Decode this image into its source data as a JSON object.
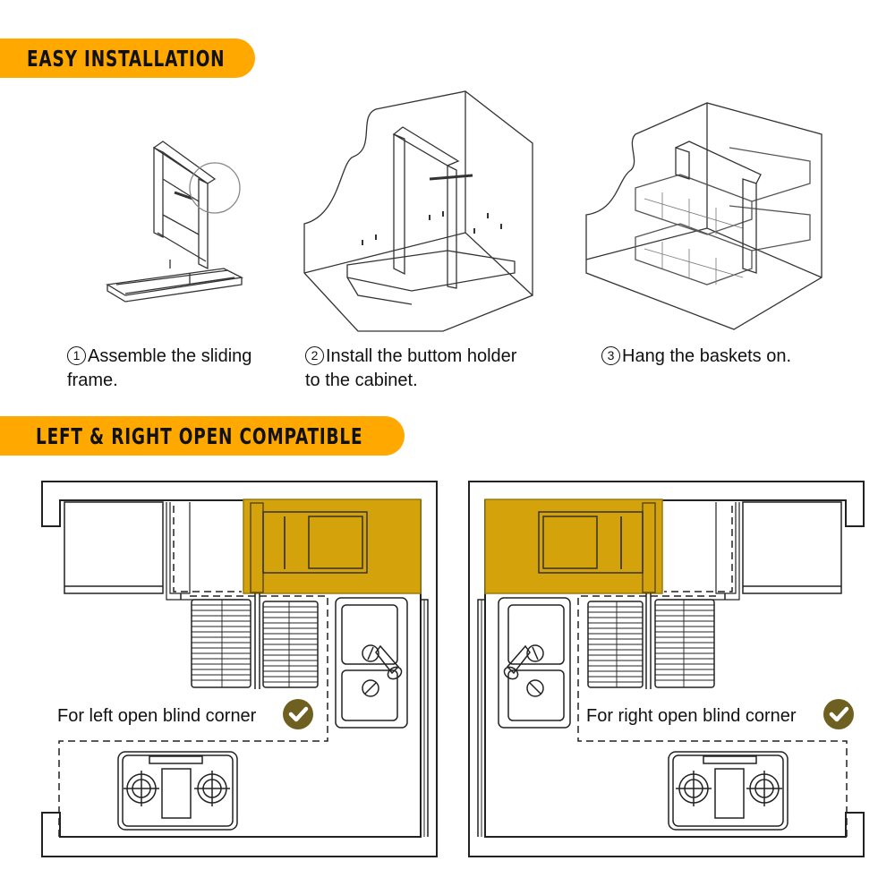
{
  "sections": {
    "installation_title": "EASY INSTALLATION",
    "compat_title": "LEFT & RIGHT OPEN COMPATIBLE"
  },
  "steps": [
    {
      "num": "1",
      "line1": "Assemble the sliding",
      "line2": "frame."
    },
    {
      "num": "2",
      "line1": "Install the buttom holder",
      "line2": "to the cabinet."
    },
    {
      "num": "3",
      "line1": "Hang the baskets on.",
      "line2": ""
    }
  ],
  "plans": {
    "left_label": "For left open blind corner",
    "right_label": "For right open blind corner"
  },
  "colors": {
    "banner": "#FFA800",
    "highlight": "#D4A20A",
    "check": "#6E6020"
  }
}
